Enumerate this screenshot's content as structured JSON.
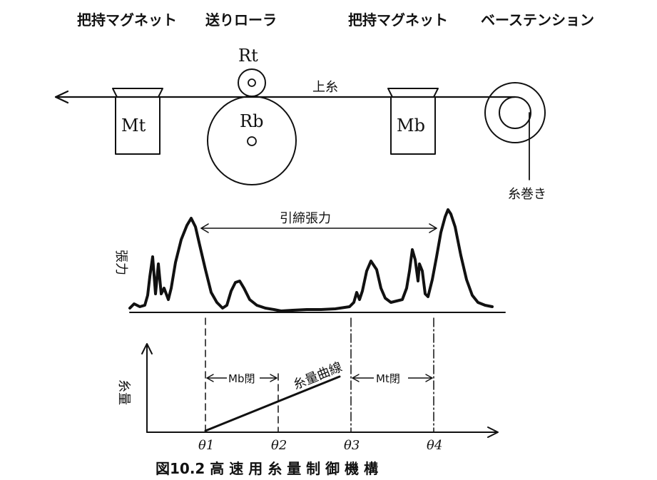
{
  "labels": {
    "holding_magnet_left": "把持マグネット",
    "feed_roller": "送りローラ",
    "holding_magnet_right": "把持マグネット",
    "base_tension": "ベーステンション",
    "roller_top": "Rt",
    "roller_bottom": "Rb",
    "magnet_top": "Mt",
    "magnet_bottom": "Mb",
    "upper_thread": "上糸",
    "bobbin": "糸巻き",
    "tightening_tension": "引締張力",
    "tension_axis": "張力",
    "thread_amount_axis": "糸量",
    "thread_amount_curve": "糸量曲線",
    "mb_closed": "Mb閉",
    "mt_closed": "Mt閉",
    "theta1": "θ1",
    "theta2": "θ2",
    "theta3": "θ3",
    "theta4": "θ4",
    "caption": "図10.2 高 速 用 糸 量 制 御 機 構"
  },
  "colors": {
    "ink": "#111111",
    "background": "#ffffff"
  }
}
